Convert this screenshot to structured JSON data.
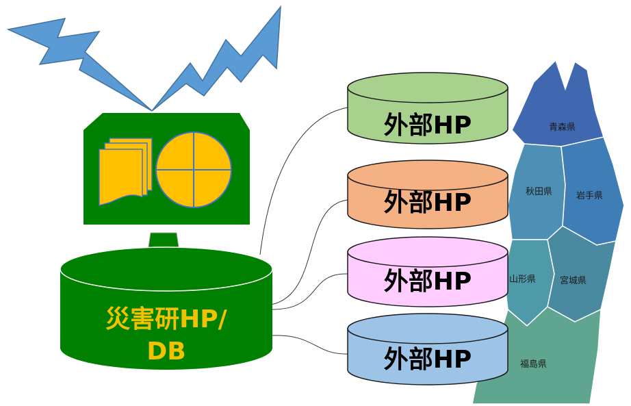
{
  "main_db": {
    "line1": "災害研HP/",
    "line2": "DB"
  },
  "external_sites": [
    {
      "label": "外部HP",
      "fill": "#a9d18e"
    },
    {
      "label": "外部HP",
      "fill": "#f4b183"
    },
    {
      "label": "外部HP",
      "fill": "#ffccff"
    },
    {
      "label": "外部HP",
      "fill": "#9dc3e6"
    }
  ],
  "prefectures": [
    {
      "label": "青森県"
    },
    {
      "label": "秋田県"
    },
    {
      "label": "岩手県"
    },
    {
      "label": "山形県"
    },
    {
      "label": "宮城県"
    },
    {
      "label": "福島県"
    }
  ],
  "colors": {
    "main_green": "#008000",
    "accent_yellow": "#ffc000",
    "lightning_blue": "#5b9bd5",
    "map_dark_blue": "#3f68b0",
    "map_teal": "#4f9aa8",
    "map_green": "#5fa58f"
  },
  "icons": [
    "lightning-bolt-icon",
    "documents-stack-icon",
    "pie-chart-icon"
  ]
}
